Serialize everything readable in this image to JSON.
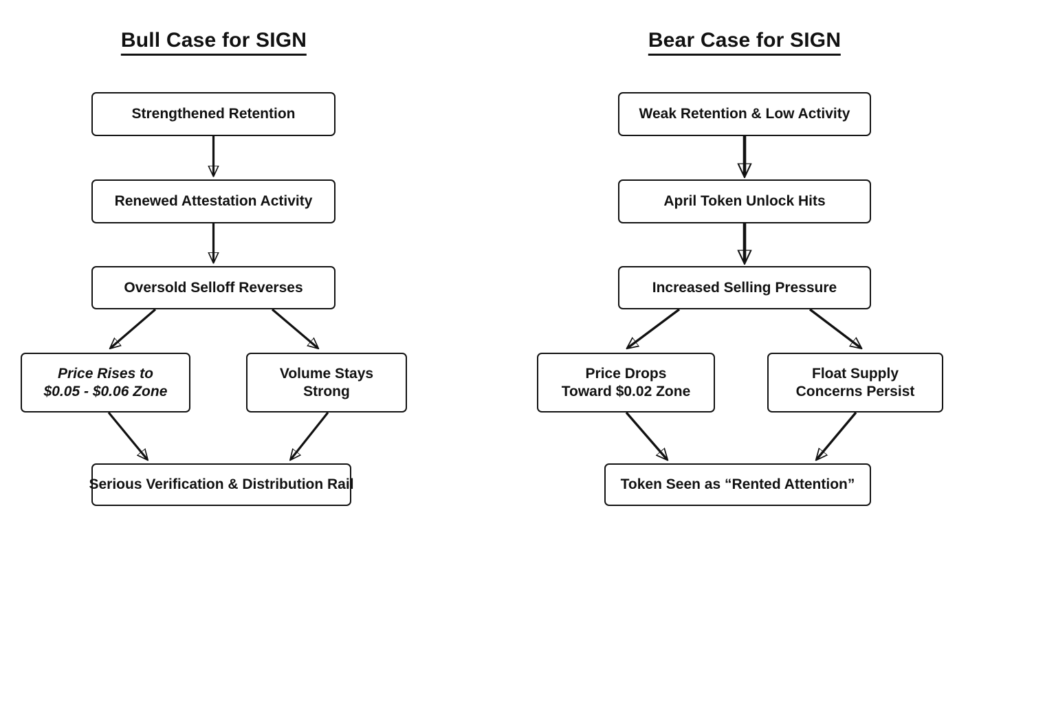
{
  "diagram": {
    "type": "flowchart",
    "background_color": "#ffffff",
    "line_color": "#111111",
    "columns": [
      {
        "id": "bull",
        "title": "Bull Case for SIGN",
        "title_underlined": true,
        "nodes": [
          {
            "id": "bull-1",
            "text": "Strengthened Retention",
            "lines": [
              "Strengthened Retention"
            ],
            "italic": false
          },
          {
            "id": "bull-2",
            "text": "Renewed Attestation Activity",
            "lines": [
              "Renewed Attestation Activity"
            ],
            "italic": false
          },
          {
            "id": "bull-3",
            "text": "Oversold Selloff Reverses",
            "lines": [
              "Oversold Selloff Reverses"
            ],
            "italic": false
          },
          {
            "id": "bull-4a",
            "text": "Price Rises to $0.05 - $0.06 Zone",
            "lines": [
              "Price Rises to",
              "$0.05 - $0.06 Zone"
            ],
            "italic": true
          },
          {
            "id": "bull-4b",
            "text": "Volume Stays Strong",
            "lines": [
              "Volume Stays",
              "Strong"
            ],
            "italic": false
          },
          {
            "id": "bull-5",
            "text": "Serious Verification & Distribution Rail",
            "lines": [
              "Serious Verification & Distribution Rail"
            ],
            "italic": false
          }
        ],
        "edges": [
          {
            "from": "bull-1",
            "to": "bull-2"
          },
          {
            "from": "bull-2",
            "to": "bull-3"
          },
          {
            "from": "bull-3",
            "to": "bull-4a"
          },
          {
            "from": "bull-3",
            "to": "bull-4b"
          },
          {
            "from": "bull-4a",
            "to": "bull-5"
          },
          {
            "from": "bull-4b",
            "to": "bull-5"
          }
        ]
      },
      {
        "id": "bear",
        "title": "Bear Case for SIGN",
        "title_underlined": true,
        "nodes": [
          {
            "id": "bear-1",
            "text": "Weak Retention & Low Activity",
            "lines": [
              "Weak Retention & Low Activity"
            ],
            "italic": false
          },
          {
            "id": "bear-2",
            "text": "April Token Unlock Hits",
            "lines": [
              "April Token Unlock Hits"
            ],
            "italic": false
          },
          {
            "id": "bear-3",
            "text": "Increased Selling Pressure",
            "lines": [
              "Increased Selling Pressure"
            ],
            "italic": false
          },
          {
            "id": "bear-4a",
            "text": "Price Drops Toward $0.02 Zone",
            "lines": [
              "Price Drops",
              "Toward $0.02 Zone"
            ],
            "italic": false
          },
          {
            "id": "bear-4b",
            "text": "Float Supply Concerns Persist",
            "lines": [
              "Float Supply",
              "Concerns Persist"
            ],
            "italic": false
          },
          {
            "id": "bear-5",
            "text": "Token Seen as “Rented Attention”",
            "lines": [
              "Token Seen as “Rented Attention”"
            ],
            "italic": false
          }
        ],
        "edges": [
          {
            "from": "bear-1",
            "to": "bear-2"
          },
          {
            "from": "bear-2",
            "to": "bear-3"
          },
          {
            "from": "bear-3",
            "to": "bear-4a"
          },
          {
            "from": "bear-3",
            "to": "bear-4b"
          },
          {
            "from": "bear-4a",
            "to": "bear-5"
          },
          {
            "from": "bear-4b",
            "to": "bear-5"
          }
        ]
      }
    ]
  },
  "titles": {
    "bull": "Bull Case for SIGN",
    "bear": "Bear Case for SIGN"
  },
  "bull": {
    "n1": "Strengthened Retention",
    "n2": "Renewed Attestation Activity",
    "n3": "Oversold Selloff Reverses",
    "n4a_line1": "Price Rises to",
    "n4a_line2": "$0.05 - $0.06 Zone",
    "n4b_line1": "Volume Stays",
    "n4b_line2": "Strong",
    "n5": "Serious Verification & Distribution Rail"
  },
  "bear": {
    "n1": "Weak Retention & Low Activity",
    "n2": "April Token Unlock Hits",
    "n3": "Increased Selling Pressure",
    "n4a_line1": "Price Drops",
    "n4a_line2": "Toward $0.02 Zone",
    "n4b_line1": "Float Supply",
    "n4b_line2": "Concerns Persist",
    "n5": "Token Seen as “Rented Attention”"
  }
}
